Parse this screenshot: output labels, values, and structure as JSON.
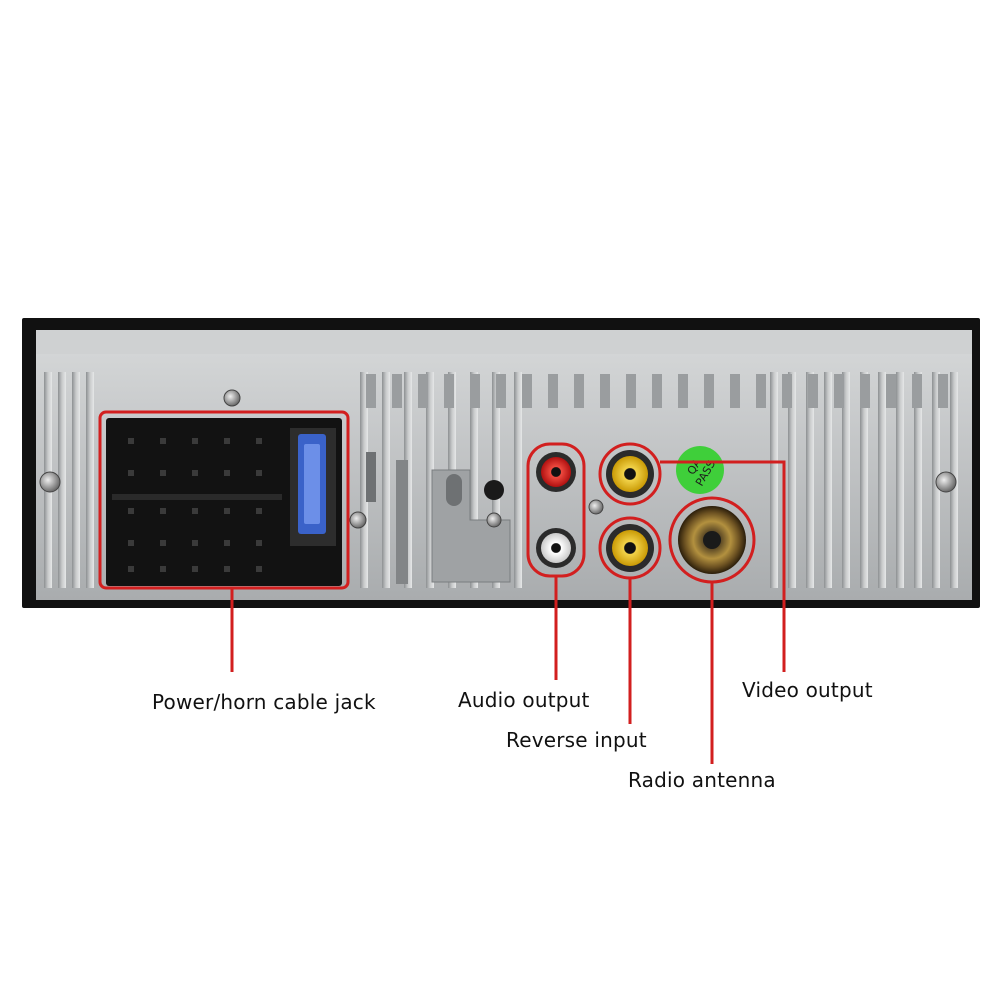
{
  "labels": {
    "power_horn": "Power/horn cable jack",
    "audio_output": "Audio output",
    "reverse_input": "Reverse input",
    "video_output": "Video output",
    "radio_antenna": "Radio antenna"
  },
  "sticker": {
    "line1": "QA",
    "line2": "PASS"
  },
  "colors": {
    "callout": "#d21f1f",
    "panel": "#bfc2c4",
    "rca_red": "#d41b1b",
    "rca_yellow": "#e0b40c",
    "rca_white": "#f2f2f2",
    "sticker_green": "#3fcf3a",
    "fuse_blue": "#3a62c9"
  }
}
